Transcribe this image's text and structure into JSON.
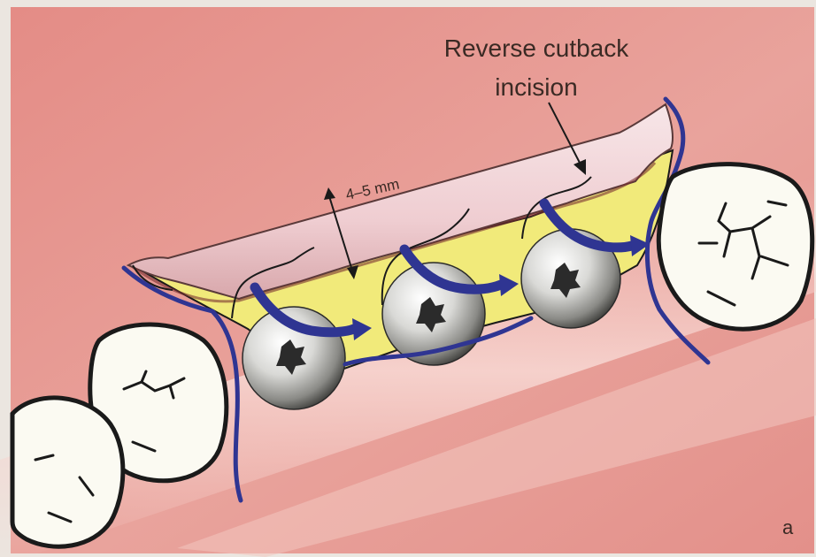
{
  "labels": {
    "incision_line1": "Reverse cutback",
    "incision_line2": "incision",
    "measurement": "4–5 mm",
    "panel_letter": "a"
  },
  "icons": {
    "implants": [
      "implant-head-icon",
      "implant-head-icon",
      "implant-head-icon"
    ],
    "flow_arrows": [
      "curved-arrow-icon",
      "curved-arrow-icon",
      "curved-arrow-icon"
    ],
    "teeth": [
      "molar-tooth-icon",
      "premolar-tooth-icon",
      "premolar-tooth-icon"
    ]
  },
  "colors": {
    "gingiva_dark": "#d9837c",
    "gingiva_light": "#f3c2bc",
    "flap": "#f4d8dc",
    "bone_exposed": "#f1ea7a",
    "incision_line": "#2f3592",
    "tooth_fill": "#fbfaf2",
    "outline": "#1a1a1a"
  }
}
